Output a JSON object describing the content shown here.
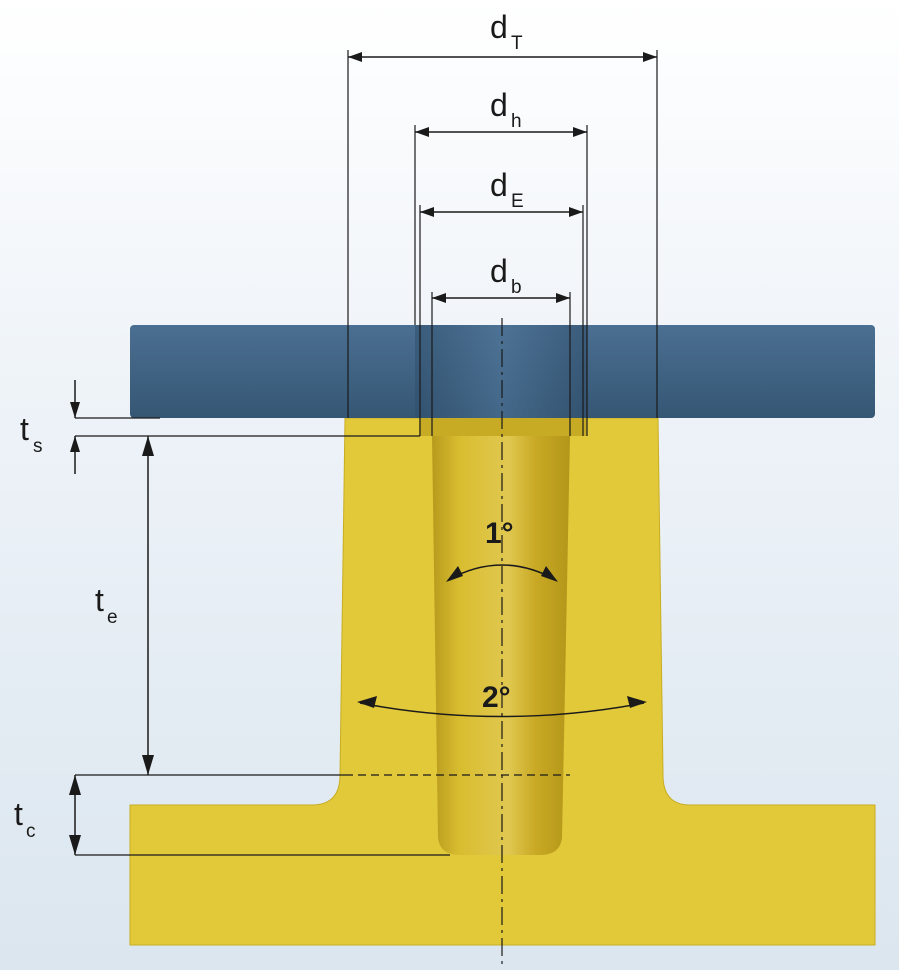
{
  "labels": {
    "dT": {
      "main": "d",
      "sub": "T"
    },
    "dh": {
      "main": "d",
      "sub": "h"
    },
    "dE": {
      "main": "d",
      "sub": "E"
    },
    "db": {
      "main": "d",
      "sub": "b"
    },
    "ts": {
      "main": "t",
      "sub": "s"
    },
    "te": {
      "main": "t",
      "sub": "e"
    },
    "tc": {
      "main": "t",
      "sub": "c"
    }
  },
  "angles": {
    "inner": "1°",
    "outer": "2°"
  },
  "colors": {
    "plate": "#3d5f7f",
    "body": "#e2c93a",
    "line": "#1a1a1a"
  }
}
